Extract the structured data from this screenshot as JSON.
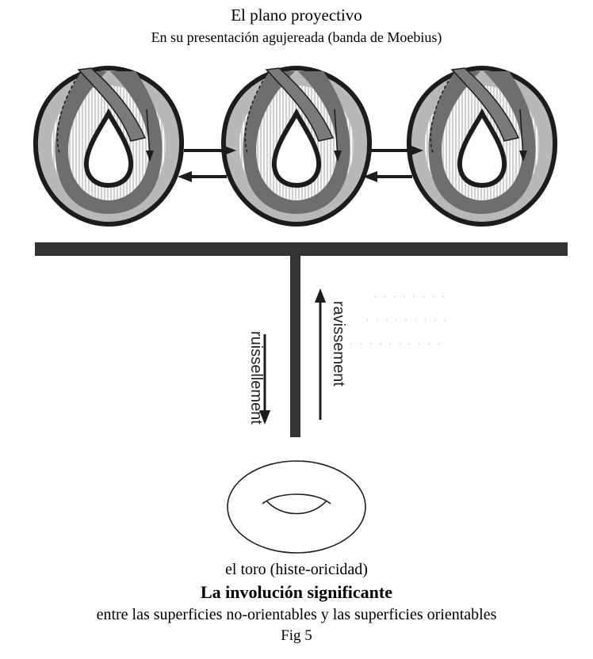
{
  "header": {
    "title": "El plano proyectivo",
    "subtitle": "En su presentación agujereada (banda de Moebius)"
  },
  "diagram": {
    "label_down": "ruissellement",
    "label_up": "ravissement"
  },
  "footer": {
    "torus_caption": "el toro (histe-oricidad)",
    "heading": "La involución significante",
    "description": "entre las superficies no-orientables y las superficies orientables",
    "figure_number": "Fig 5"
  },
  "colors": {
    "outer_ring": "#b5b5b5",
    "band": "#6e6e6e",
    "hatch": "#ffffff",
    "outline": "#1c1c1c"
  }
}
